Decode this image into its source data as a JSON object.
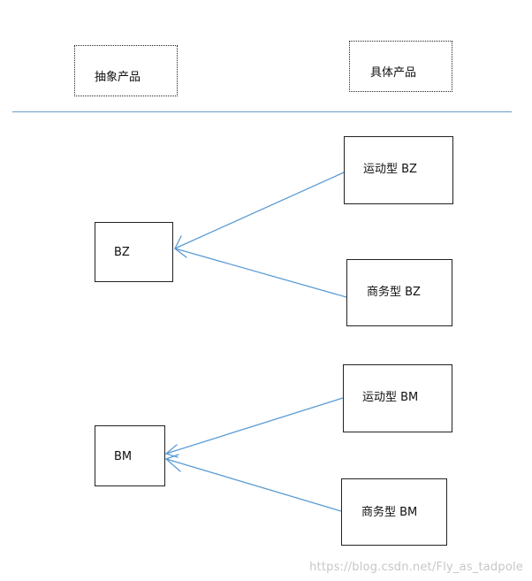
{
  "headers": {
    "abstract": "抽象产品",
    "concrete": "具体产品"
  },
  "abstract_products": {
    "bz": "BZ",
    "bm": "BM"
  },
  "concrete_products": {
    "sport_bz": "运动型 BZ",
    "business_bz": "商务型 BZ",
    "sport_bm": "运动型 BM",
    "business_bm": "商务型 BM"
  },
  "colors": {
    "arrow": "#5b9bd5",
    "divider": "#6a9bc7"
  },
  "watermark": "https://blog.csdn.net/Fly_as_tadpole"
}
